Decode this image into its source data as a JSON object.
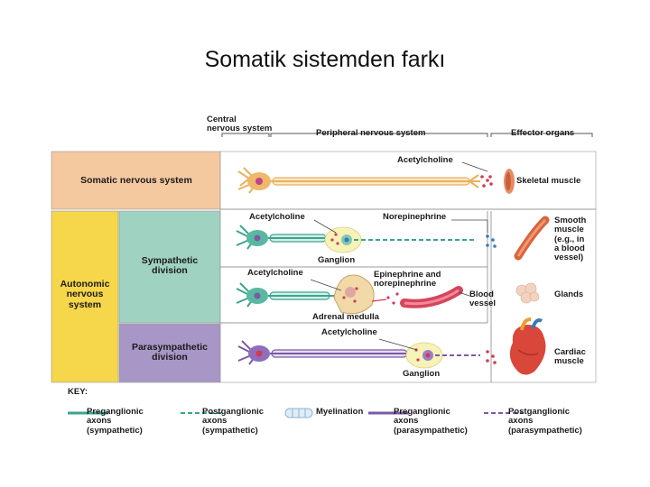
{
  "slide": {
    "title": "Somatik sistemden farkı"
  },
  "headers": {
    "cns": "Central\nnervous system",
    "pns": "Peripheral nervous system",
    "effector": "Effector organs"
  },
  "divisions": {
    "somatic": "Somatic nervous system",
    "autonomic": "Autonomic\nnervous\nsystem",
    "sympathetic": "Sympathetic\ndivision",
    "parasympathetic": "Parasympathetic\ndivision"
  },
  "neurotransmitters": {
    "ach_somatic": "Acetylcholine",
    "ach_symp1": "Acetylcholine",
    "norepinephrine": "Norepinephrine",
    "ach_symp2": "Acetylcholine",
    "epi_norepi": "Epinephrine and\nnorepinephrine",
    "ach_para": "Acetylcholine"
  },
  "structures": {
    "ganglion_symp": "Ganglion",
    "adrenal": "Adrenal medulla",
    "blood_vessel": "Blood\nvessel",
    "ganglion_para": "Ganglion"
  },
  "effectors": {
    "skeletal": "Skeletal muscle",
    "smooth": "Smooth\nmuscle\n(e.g., in\na blood\nvessel)",
    "glands": "Glands",
    "cardiac": "Cardiac\nmuscle"
  },
  "key": {
    "title": "KEY:",
    "items": [
      {
        "label": "Preganglionic\naxons\n(sympathetic)",
        "style": "solid",
        "color": "#3aa58f"
      },
      {
        "label": "Postganglionic\naxons\n(sympathetic)",
        "style": "dashed",
        "color": "#3aa58f"
      },
      {
        "label": "Myelination",
        "style": "myelin",
        "color": "#8ab4d6"
      },
      {
        "label": "Preganglionic\naxons\n(parasympathetic)",
        "style": "solid",
        "color": "#7a5aa6"
      },
      {
        "label": "Postganglionic\naxons\n(parasympathetic)",
        "style": "dashed",
        "color": "#7a5aa6"
      }
    ]
  },
  "colors": {
    "somatic_bg": "#f4c9a0",
    "autonomic_bg": "#f6d64a",
    "sympathetic_bg": "#9fd2c1",
    "parasympathetic_bg": "#a896c6",
    "somatic_axon": "#e9b15a",
    "symp_axon": "#3aa58f",
    "para_axon": "#7a5aa6",
    "dot_red": "#d23b55"
  }
}
